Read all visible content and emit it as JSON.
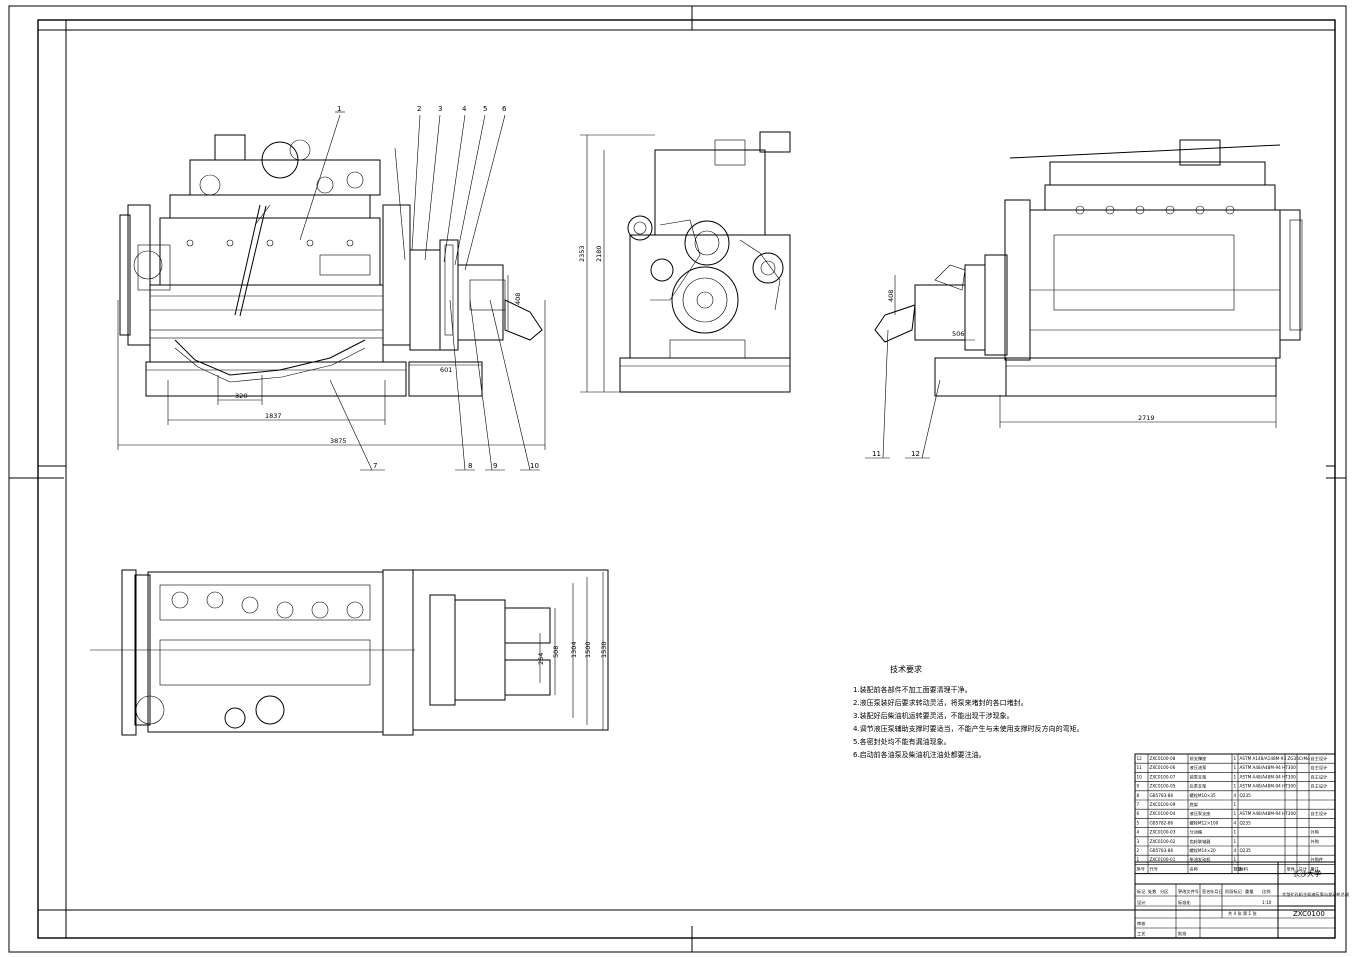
{
  "callouts": [
    "1",
    "2",
    "3",
    "4",
    "5",
    "6",
    "7",
    "8",
    "9",
    "10",
    "11",
    "12"
  ],
  "dimensions": {
    "front_view": {
      "d320": "320",
      "d1837": "1837",
      "d3875": "3875",
      "d601": "601",
      "d408": "408"
    },
    "end_view": {
      "d2353": "2353",
      "d2180": "2180"
    },
    "rear_view": {
      "d408": "408",
      "d506": "506",
      "d2719": "2719"
    },
    "top_view": {
      "d254": "254",
      "d508": "508",
      "d1304": "1304",
      "d1500": "1500",
      "d1530": "1530"
    }
  },
  "tech_notes": {
    "title": "技术要求",
    "items": [
      "1.装配前各部件不加工面要清理干净。",
      "2.液压泵装好后要求转动灵活，将泵来堵封的各口堵封。",
      "3.装配好后柴油机运转要灵活，不能出现干涉现象。",
      "4.调节液压泵辅助支撑时要适当，不能产生与未使用支撑时反方向的弯矩。",
      "5.各密封处均不能有漏油现象。",
      "6.启动前各油泵及柴油机注油处都要注油。"
    ]
  },
  "parts_list": {
    "rows": [
      {
        "no": "12",
        "code": "ZXC0100-08",
        "name": "前支撑座",
        "qty": "1",
        "material": "ASTM A148/A148M-93 ZG35CrMo",
        "unit": "",
        "total": "",
        "note": "自主设计"
      },
      {
        "no": "11",
        "code": "ZXC0100-06",
        "name": "液压油泵",
        "qty": "1",
        "material": "ASTM A48/A48M-94 HT300",
        "unit": "",
        "total": "",
        "note": "自主设计"
      },
      {
        "no": "10",
        "code": "ZXC0100-07",
        "name": "前泵支架",
        "qty": "1",
        "material": "ASTM A48/A48M-94 HT300",
        "unit": "",
        "total": "",
        "note": "自主设计"
      },
      {
        "no": "9",
        "code": "ZXC0100-05",
        "name": "后泵支架",
        "qty": "1",
        "material": "ASTM A48/A48M-94 HT300",
        "unit": "",
        "total": "",
        "note": "自主设计"
      },
      {
        "no": "8",
        "code": "GB5783-86",
        "name": "螺栓M10×35",
        "qty": "4",
        "material": "Q235",
        "unit": "",
        "total": "",
        "note": ""
      },
      {
        "no": "7",
        "code": "ZXC0100-09",
        "name": "底架",
        "qty": "1",
        "material": "",
        "unit": "",
        "total": "",
        "note": ""
      },
      {
        "no": "6",
        "code": "ZXC0100-04",
        "name": "液压泵支座",
        "qty": "1",
        "material": "ASTM A48/A48M-94 HT300",
        "unit": "",
        "total": "",
        "note": "自主设计"
      },
      {
        "no": "5",
        "code": "GB5782-86",
        "name": "螺栓M12×100",
        "qty": "4",
        "material": "Q235",
        "unit": "",
        "total": "",
        "note": ""
      },
      {
        "no": "4",
        "code": "ZXC0100-03",
        "name": "分动箱",
        "qty": "1",
        "material": "",
        "unit": "",
        "total": "",
        "note": "外购"
      },
      {
        "no": "3",
        "code": "ZXC0100-02",
        "name": "齿轮联轴器",
        "qty": "1",
        "material": "",
        "unit": "",
        "total": "",
        "note": "外购"
      },
      {
        "no": "2",
        "code": "GB5783-86",
        "name": "螺栓M14×20",
        "qty": "4",
        "material": "Q235",
        "unit": "",
        "total": "",
        "note": ""
      },
      {
        "no": "1",
        "code": "ZXC0100-01",
        "name": "柴油发动机",
        "qty": "1",
        "material": "",
        "unit": "",
        "total": "",
        "note": "外购件"
      }
    ],
    "header": {
      "no": "序号",
      "code": "代号",
      "name": "名称",
      "qty": "数量",
      "material": "材料",
      "unit": "单件",
      "total": "总计",
      "weight": "重量",
      "note": "备注"
    }
  },
  "title_block": {
    "school": "长沙大学",
    "drawing_name": "大型扩孔机主机液压泵与发动机总成",
    "drawing_no": "ZXC0100",
    "scale": "1:10",
    "sheets": "共 4 张  第 1 张",
    "labels": [
      "标记",
      "处数",
      "分区",
      "更改文件号",
      "签名",
      "年月日",
      "设计",
      "标准化",
      "阶段标记",
      "重量",
      "比例",
      "审核",
      "工艺",
      "批准"
    ]
  }
}
